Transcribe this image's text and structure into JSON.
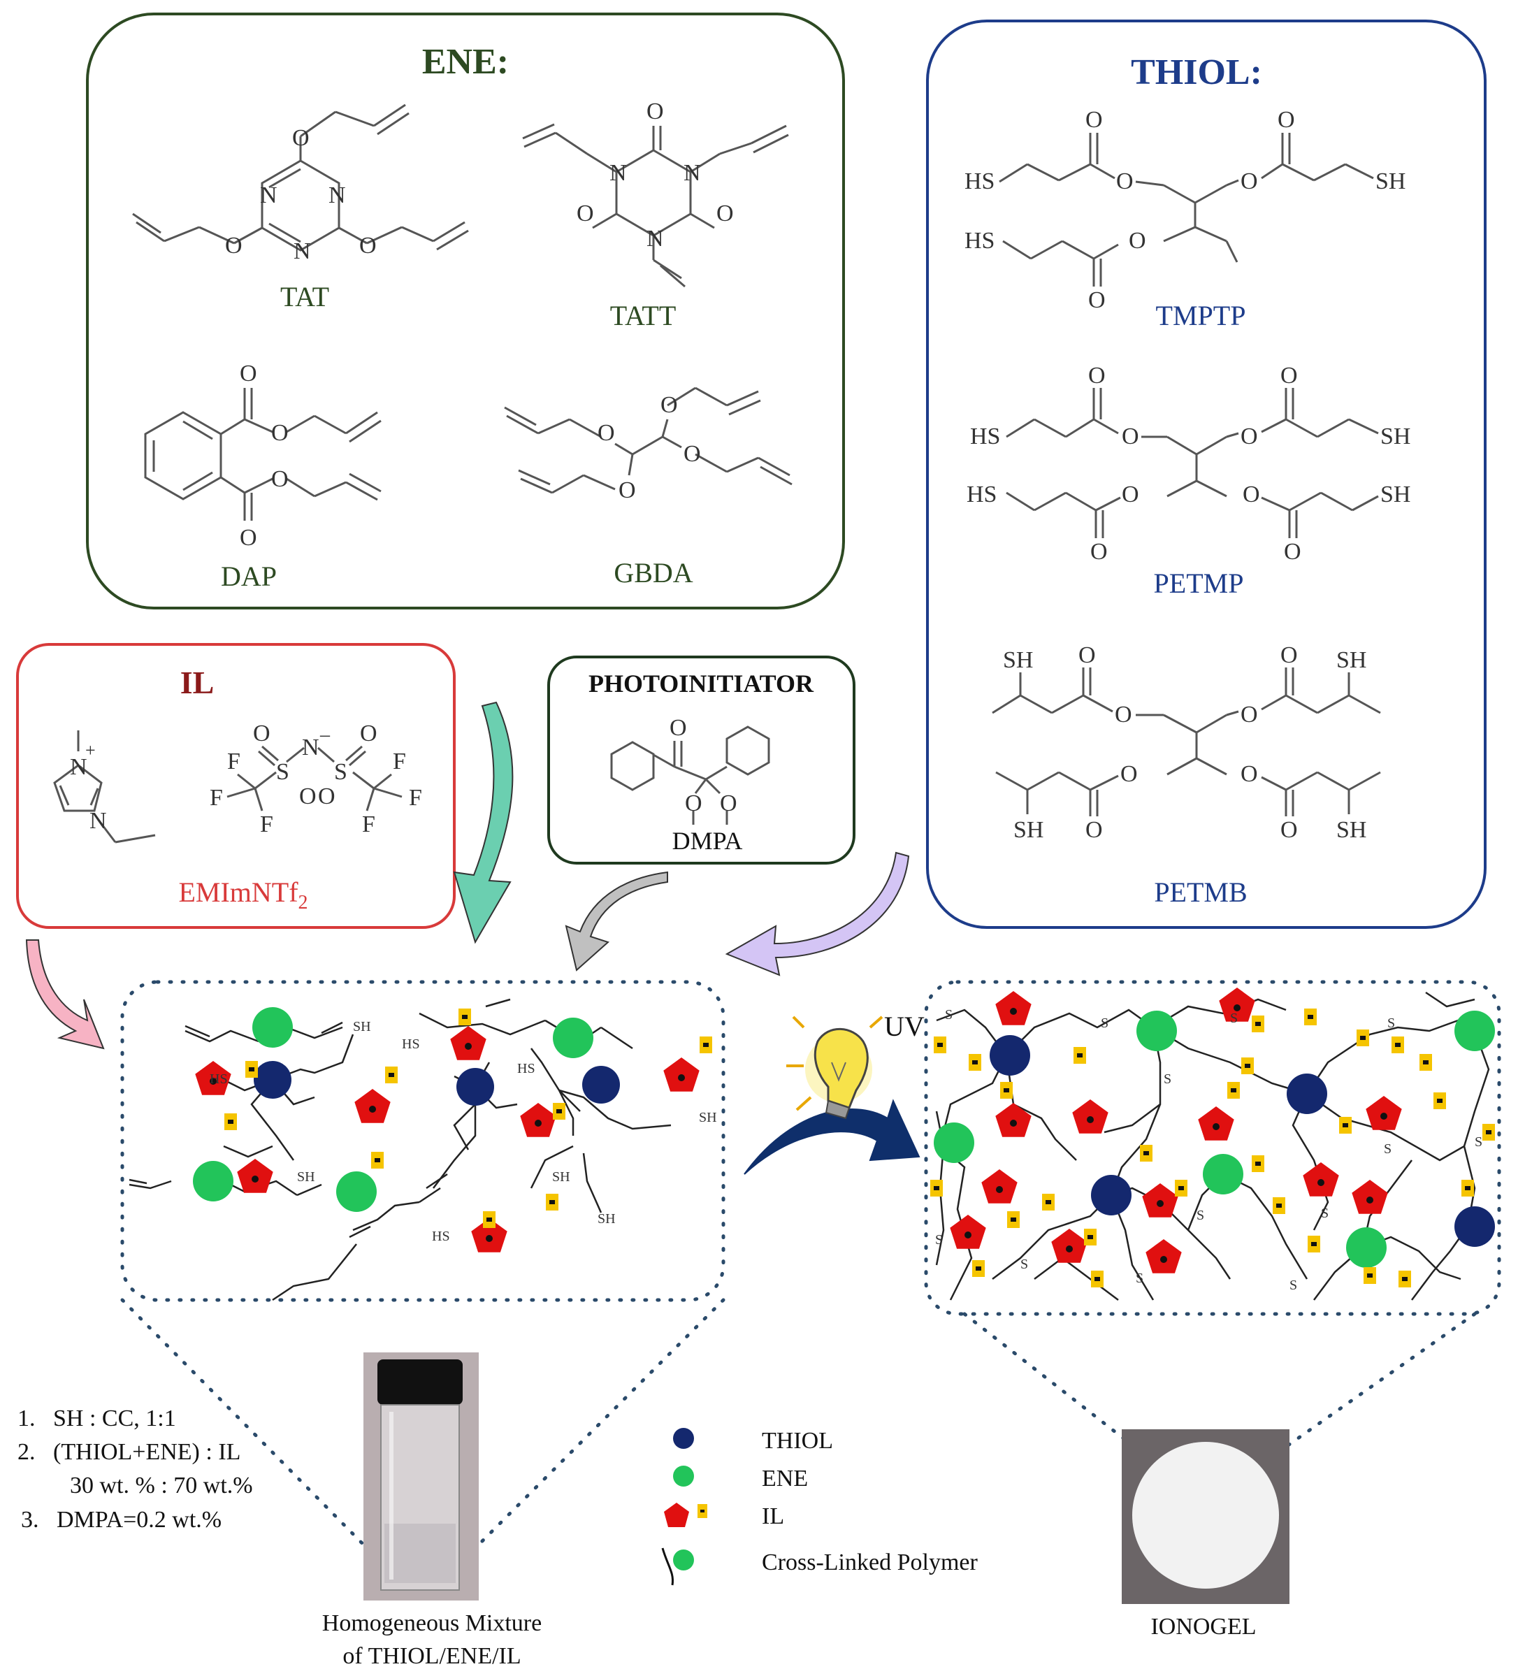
{
  "colors": {
    "ene_green": "#2d4a22",
    "thiol_blue": "#1d3c8a",
    "il_red": "#d83a3a",
    "photo_dark": "#1f3a1f",
    "thiol_node": "#14286e",
    "ene_node": "#22c45a",
    "il_pentagon": "#e01010",
    "il_anion": "#f5c400"
  },
  "ene": {
    "title": "ENE:",
    "molecules": [
      "TAT",
      "TATT",
      "DAP",
      "GBDA"
    ]
  },
  "thiol": {
    "title": "THIOL:",
    "molecules": [
      "TMPTP",
      "PETMP",
      "PETMB"
    ]
  },
  "il": {
    "title": "IL",
    "name": "EMImNTf",
    "name_sub": "2"
  },
  "photoinitiator": {
    "title": "PHOTOINITIATOR",
    "name": "DMPA"
  },
  "uv_label": "UV",
  "conditions": [
    "1.   SH : CC, 1:1",
    "2.   (THIOL+ENE) : IL",
    "30 wt. % : 70 wt.%",
    "3.   DMPA=0.2 wt.%"
  ],
  "legend": [
    {
      "label": "THIOL",
      "icon": "thiol-node-icon"
    },
    {
      "label": "ENE",
      "icon": "ene-node-icon"
    },
    {
      "label": "IL",
      "icon": "il-ion-pair-icon"
    },
    {
      "label": "Cross-Linked Polymer",
      "icon": "crosslink-icon"
    }
  ],
  "mixture_caption": [
    "Homogeneous Mixture",
    "of THIOL/ENE/IL"
  ],
  "ionogel_caption": "IONOGEL",
  "atoms": {
    "O": "O",
    "N": "N",
    "S": "S",
    "F": "F",
    "SH": "SH",
    "HS": "HS",
    "Nplus": "N",
    "plus": "+",
    "minus": "–"
  }
}
